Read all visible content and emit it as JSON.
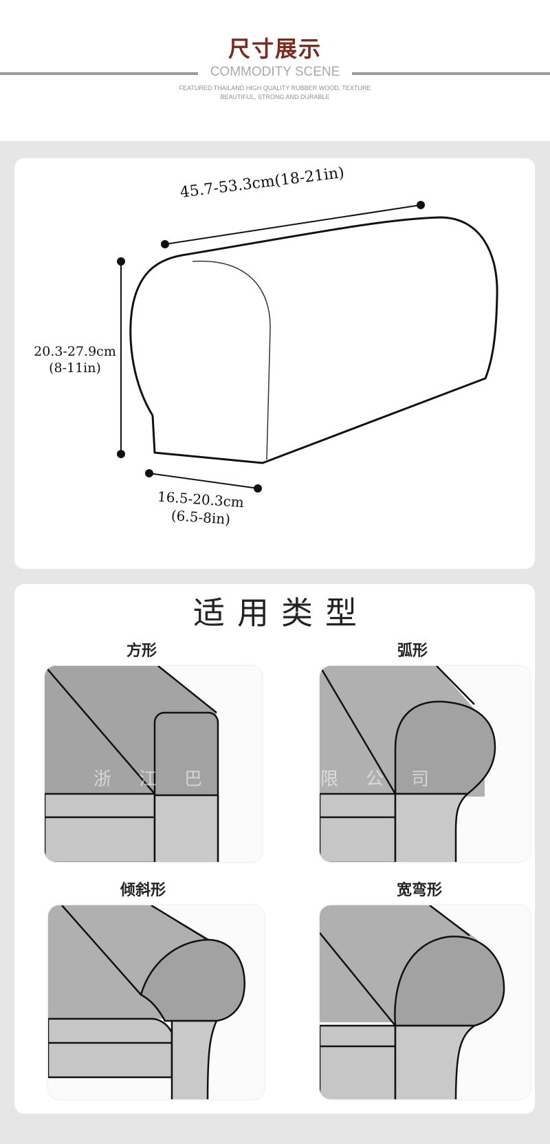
{
  "header": {
    "title": "尺寸展示",
    "subtitle": "COMMODITY SCENE",
    "tagline_line1": "FEATURED THAILAND HIGH QUALITY RUBBER WOOD, TEXTURE",
    "tagline_line2": "BEAUTIFUL, STRONG AND DURABLE"
  },
  "dimensions": {
    "length": "45.7-53.3cm(18-21in)",
    "height_cm": "20.3-27.9cm",
    "height_in": "(8-11in)",
    "width_cm": "16.5-20.3cm",
    "width_in": "(6.5-8in)"
  },
  "types": {
    "title": "适用类型",
    "items": [
      {
        "label": "方形"
      },
      {
        "label": "弧形"
      },
      {
        "label": "倾斜形"
      },
      {
        "label": "宽弯形"
      }
    ]
  },
  "watermark": "浙江巴试有限公司",
  "colors": {
    "title_red": "#7b2a1e",
    "sofa_dark": "#a4a4a4",
    "sofa_light": "#c4c4c4",
    "background": "#e6e6e6"
  }
}
